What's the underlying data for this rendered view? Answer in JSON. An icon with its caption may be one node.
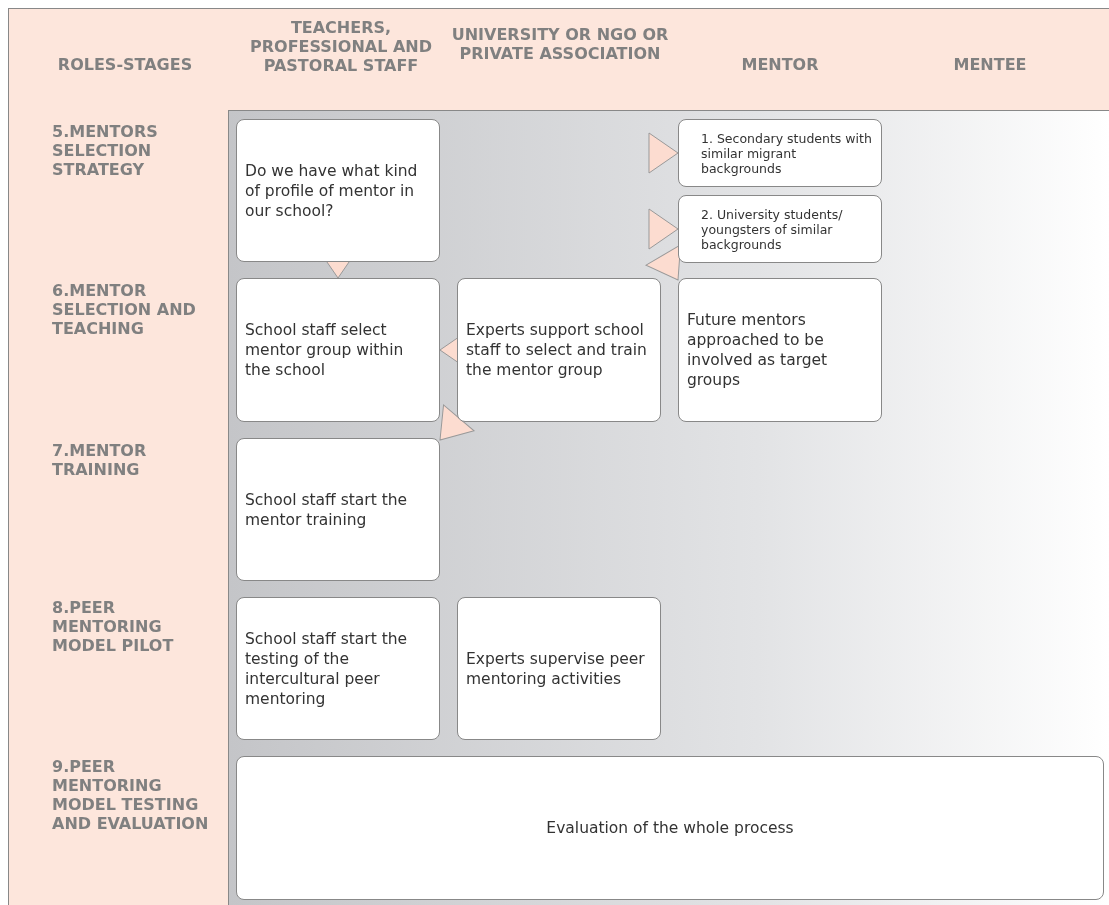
{
  "diagram": {
    "nodes": [
      {
        "text": [
          "Do we have what kind of profile of mentor in our school?"
        ]
      },
      {
        "text": [
          "1. Secondary students with similar migrant backgrounds"
        ]
      },
      {
        "text": [
          "2. University students/ youngsters of similar backgrounds"
        ]
      },
      {
        "text": [
          "School staff select mentor group within the school"
        ]
      },
      {
        "text": [
          "Experts support school staff to select and train the mentor group"
        ]
      },
      {
        "text": [
          "Future mentors approached to be involved as target groups"
        ]
      },
      {
        "text": [
          "School staff start the mentor training"
        ]
      },
      {
        "text": [
          "School staff start the testing of the intercultural peer mentoring"
        ]
      },
      {
        "text": [
          "Experts supervise peer mentoring activities"
        ]
      },
      {
        "text": [
          "Evaluation of the whole process"
        ]
      }
    ],
    "edges": [
      {
        "from": 0,
        "to": 3,
        "arrow": "to"
      },
      {
        "from": null,
        "to": 1,
        "arrow": "to"
      },
      {
        "from": null,
        "to": 2,
        "arrow": "to"
      },
      {
        "from": 2,
        "to": 5,
        "arrow": "to"
      },
      {
        "from": 4,
        "to": 3,
        "arrow": "to"
      },
      {
        "from": 4,
        "to": 6,
        "arrow": "to"
      }
    ],
    "labels": [
      "ROLES-STAGES",
      "TEACHERS, PROFESSIONAL AND PASTORAL STAFF",
      "UNIVERSITY OR NGO OR PRIVATE ASSOCIATION",
      "MENTOR",
      "MENTEE",
      "5.MENTORS SELECTION STRATEGY",
      "6.MENTOR SELECTION AND TEACHING",
      "7.MENTOR TRAINING",
      "8.PEER MENTORING MODEL PILOT",
      "9.PEER MENTORING MODEL TESTING AND EVALUATION"
    ]
  }
}
